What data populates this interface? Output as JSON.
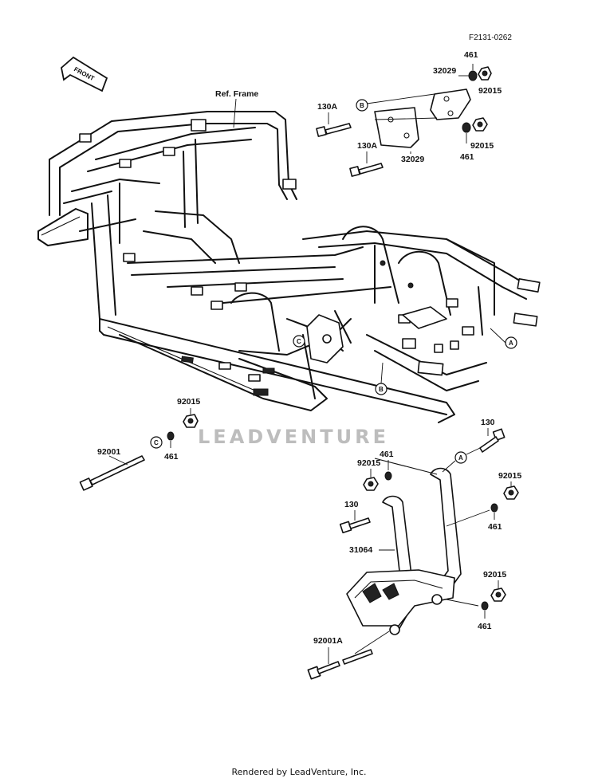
{
  "figure_code": "F2131-0262",
  "front_label": "FRONT",
  "watermark": "LEADVENTURE",
  "footer": "Rendered by LeadVenture, Inc.",
  "ref_frame": "Ref. Frame",
  "callouts": {
    "a": "A",
    "b": "B",
    "c": "C"
  },
  "parts": {
    "p461_top": "461",
    "p32029_top": "32029",
    "p92015_top": "92015",
    "p130A_top": "130A",
    "p130A_mid": "130A",
    "p32029_mid": "32029",
    "p92015_mid": "92015",
    "p461_mid": "461",
    "p92015_left": "92015",
    "p92001": "92001",
    "p461_left": "461",
    "p130_right": "130",
    "p461_bracket": "461",
    "p92015_bracket": "92015",
    "p92015_right1": "92015",
    "p130_left": "130",
    "p461_right1": "461",
    "p31064": "31064",
    "p92015_right2": "92015",
    "p461_right2": "461",
    "p92001A": "92001A"
  }
}
